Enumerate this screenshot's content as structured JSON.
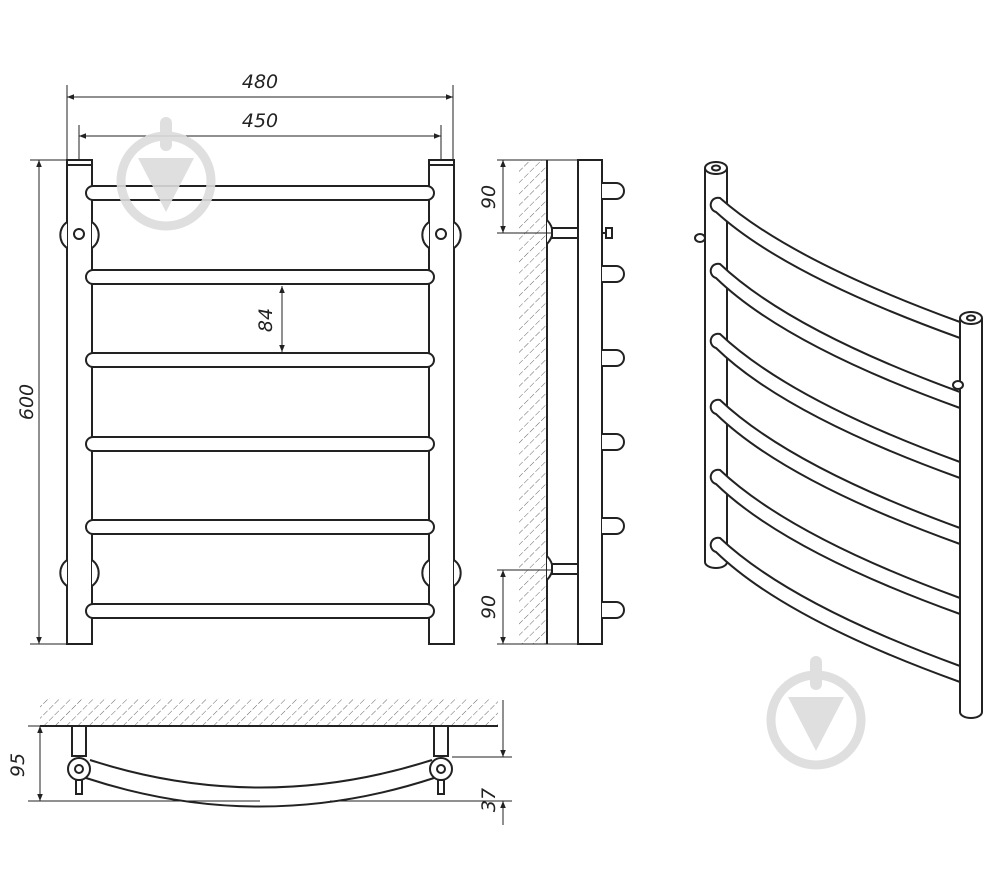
{
  "dimensions": {
    "overall_width": "480",
    "center_width": "450",
    "height": "600",
    "rung_spacing": "84",
    "top_offset": "90",
    "bottom_offset": "90",
    "depth": "95",
    "bow": "37"
  }
}
